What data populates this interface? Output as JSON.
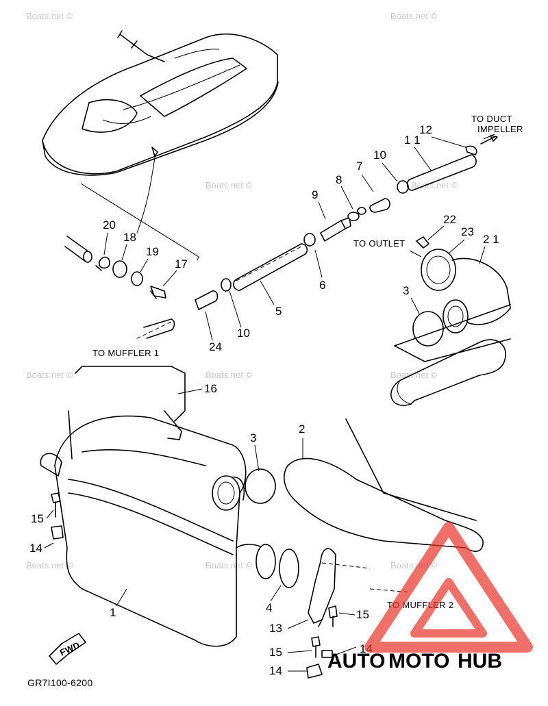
{
  "watermark": {
    "text": "Boats.net ©"
  },
  "part_numbers": {
    "p1": "1",
    "p2": "2",
    "p3a": "3",
    "p3b": "3",
    "p4": "4",
    "p5": "5",
    "p6": "6",
    "p7": "7",
    "p8": "8",
    "p9": "9",
    "p10a": "10",
    "p10b": "10",
    "p11": "1 1",
    "p12": "12",
    "p13": "13",
    "p14a": "14",
    "p14b": "14",
    "p14c": "14",
    "p15a": "15",
    "p15b": "15",
    "p15c": "15",
    "p16": "16",
    "p17": "17",
    "p18": "18",
    "p19": "19",
    "p20": "20",
    "p21": "2 1",
    "p22": "22",
    "p23": "23",
    "p24": "24"
  },
  "labels": {
    "to_duct_line1": "TO DUCT",
    "to_duct_line2": "IMPELLER",
    "to_outlet": "TO OUTLET",
    "to_muffler_1": "TO MUFFLER 1",
    "to_muffler_2": "TO MUFFLER 2",
    "fwd": "FWD",
    "drawing_code": "GR7I100-6200"
  },
  "brand": {
    "part1": "AUTO",
    "part2": "MOTO",
    "part3": "HUB",
    "color_auto": "#f0a01e",
    "color_moto": "#e8352a",
    "color_hub": "#5a5a5a",
    "logo_color": "#e8352a"
  }
}
